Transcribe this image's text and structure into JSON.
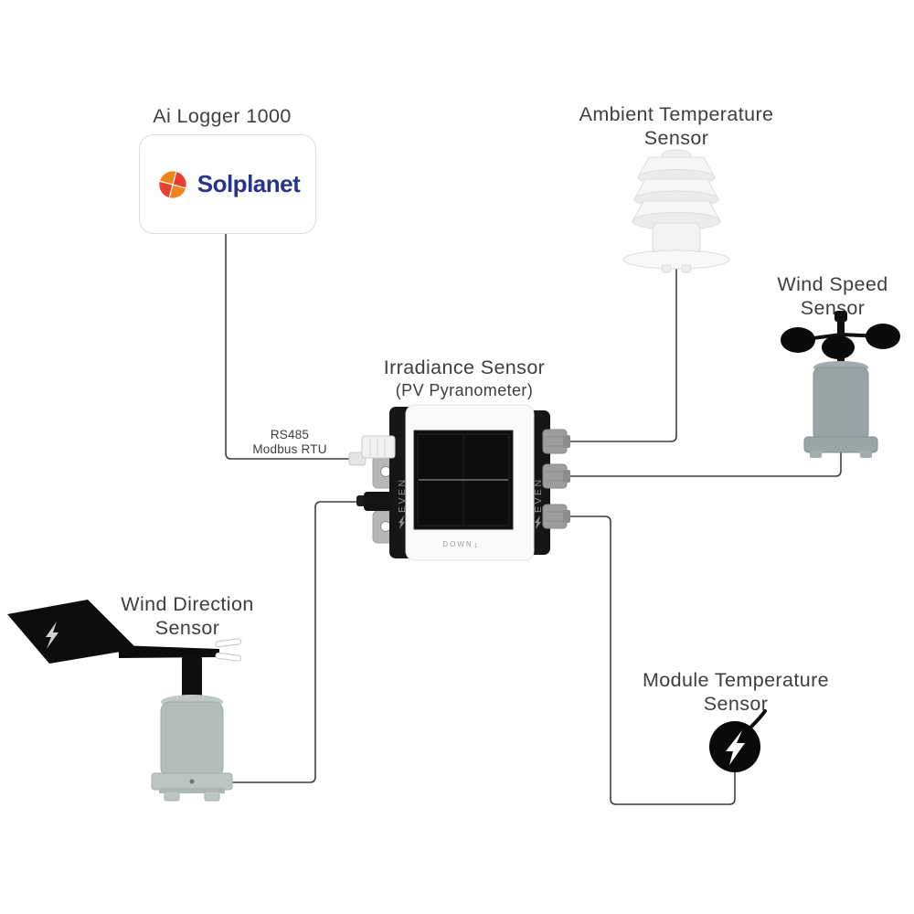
{
  "diagram": {
    "logger": {
      "title": "Ai Logger 1000",
      "brand": "Solplanet"
    },
    "bus": {
      "line1": "RS485",
      "line2": "Modbus RTU"
    },
    "labels": {
      "irradiance": {
        "line1": "Irradiance Sensor",
        "line2": "(PV Pyranometer)"
      },
      "ambient": {
        "line1": "Ambient Temperature",
        "line2": "Sensor"
      },
      "wind_speed": {
        "line1": "Wind Speed",
        "line2": "Sensor"
      },
      "wind_direction": {
        "line1": "Wind Direction",
        "line2": "Sensor"
      },
      "module_temp": {
        "line1": "Module Temperature",
        "line2": "Sensor"
      }
    },
    "device": {
      "brand": "EVEN",
      "down": "DOWN",
      "down_arrow": "↓"
    },
    "colors": {
      "wire": "#3f3f3f",
      "label_text": "#3e3e3e",
      "brand_blue": "#27348b",
      "brand_red": "#e8402f",
      "brand_orange": "#f0851c"
    }
  }
}
